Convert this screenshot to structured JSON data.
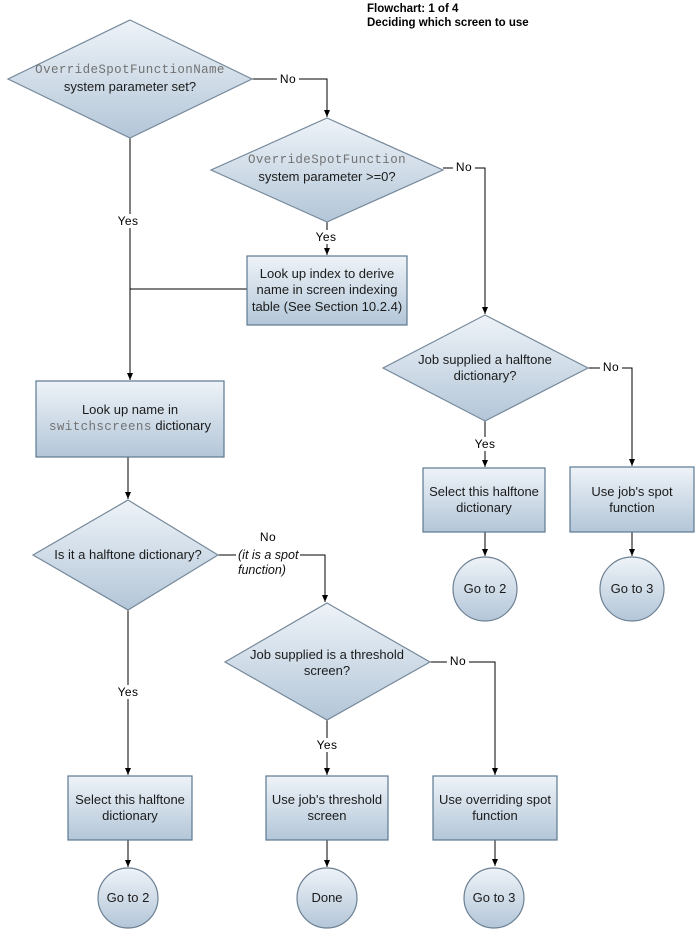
{
  "header": {
    "line1": "Flowchart: 1 of 4",
    "line2": "Deciding which screen to use"
  },
  "nodes": {
    "override_name_decision": {
      "code": "OverrideSpotFunctionName",
      "text": "system parameter set?"
    },
    "override_fn_decision": {
      "code": "OverrideSpotFunction",
      "text": "system parameter >=0?"
    },
    "lookup_index_process": {
      "text": "Look up index to derive name in screen indexing table (See Section 10.2.4)"
    },
    "job_halftone_decision": {
      "text": "Job supplied a halftone dictionary?"
    },
    "lookup_name_process": {
      "pre": "Look up name in",
      "code": "switchscreens",
      "post": "dictionary"
    },
    "select_halftone_right": {
      "text": "Select this halftone dictionary"
    },
    "use_jobs_spot": {
      "text": "Use job's spot function"
    },
    "is_halftone_decision": {
      "text": "Is it a halftone dictionary?"
    },
    "job_threshold_decision": {
      "text": "Job supplied is a threshold screen?"
    },
    "select_halftone_left": {
      "text": "Select this halftone dictionary"
    },
    "use_jobs_threshold": {
      "text": "Use job's threshold screen"
    },
    "use_overriding_spot": {
      "text": "Use overriding spot function"
    },
    "goto2_right": {
      "text": "Go to 2"
    },
    "goto3_right": {
      "text": "Go to 3"
    },
    "goto2_bottom": {
      "text": "Go to 2"
    },
    "done_bottom": {
      "text": "Done"
    },
    "goto3_bottom": {
      "text": "Go to 3"
    }
  },
  "labels": {
    "yes": "Yes",
    "no": "No",
    "spot_note_line1": "(it is a spot",
    "spot_note_line2": "function)"
  },
  "colors": {
    "shape_fill_top": "#ecf1f7",
    "shape_fill_bottom": "#b4c7d9",
    "diamond_border": "#76899b",
    "rect_border": "#5c7890",
    "circle_border": "#6c8093",
    "connector": "#000000",
    "code_text": "#727272"
  }
}
